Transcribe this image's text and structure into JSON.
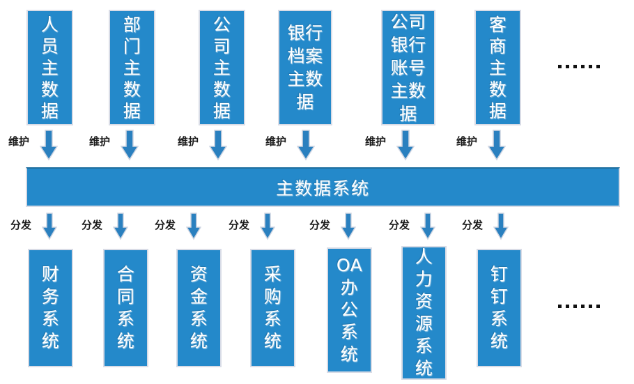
{
  "diagram": {
    "title": "主数据系统",
    "hub": {
      "label": "主数据系统"
    },
    "sources": [
      {
        "label": "人员主数据",
        "lines": [
          "人",
          "员",
          "主",
          "数",
          "据"
        ]
      },
      {
        "label": "部门主数据",
        "lines": [
          "部",
          "门",
          "主",
          "数",
          "据"
        ]
      },
      {
        "label": "公司主数据",
        "lines": [
          "公",
          "司",
          "主",
          "数",
          "据"
        ]
      },
      {
        "label": "银行档案主数据",
        "lines": [
          "银行",
          "档案",
          "主数",
          "据"
        ]
      },
      {
        "label": "公司银行账号主数据",
        "lines": [
          "公司",
          "银行",
          "账号",
          "主数",
          "据"
        ]
      },
      {
        "label": "客商主数据",
        "lines": [
          "客",
          "商",
          "主",
          "数",
          "据"
        ]
      }
    ],
    "source_flow_label": "维护",
    "dispatch_flow_label": "分发",
    "targets": [
      {
        "label": "财务系统",
        "lines": [
          "财",
          "务",
          "系",
          "统"
        ]
      },
      {
        "label": "合同系统",
        "lines": [
          "合",
          "同",
          "系",
          "统"
        ]
      },
      {
        "label": "资金系统",
        "lines": [
          "资",
          "金",
          "系",
          "统"
        ]
      },
      {
        "label": "采购系统",
        "lines": [
          "采",
          "购",
          "系",
          "统"
        ]
      },
      {
        "label": "OA办公系统",
        "lines": [
          "OA",
          "办",
          "公",
          "系",
          "统"
        ]
      },
      {
        "label": "人力资源系统",
        "lines": [
          "人",
          "力",
          "资",
          "源",
          "系",
          "统"
        ]
      },
      {
        "label": "钉钉系统",
        "lines": [
          "钉",
          "钉",
          "系",
          "统"
        ]
      }
    ],
    "ellipsis": "......",
    "colors": {
      "box_fill": "#2489ca",
      "box_border": "#d9dce6",
      "arrow_fill": "#2a80bf",
      "arrow_border": "#cfd5e2",
      "text": "#ffffff",
      "label_text": "#1a1a1a",
      "background": "#ffffff"
    }
  }
}
